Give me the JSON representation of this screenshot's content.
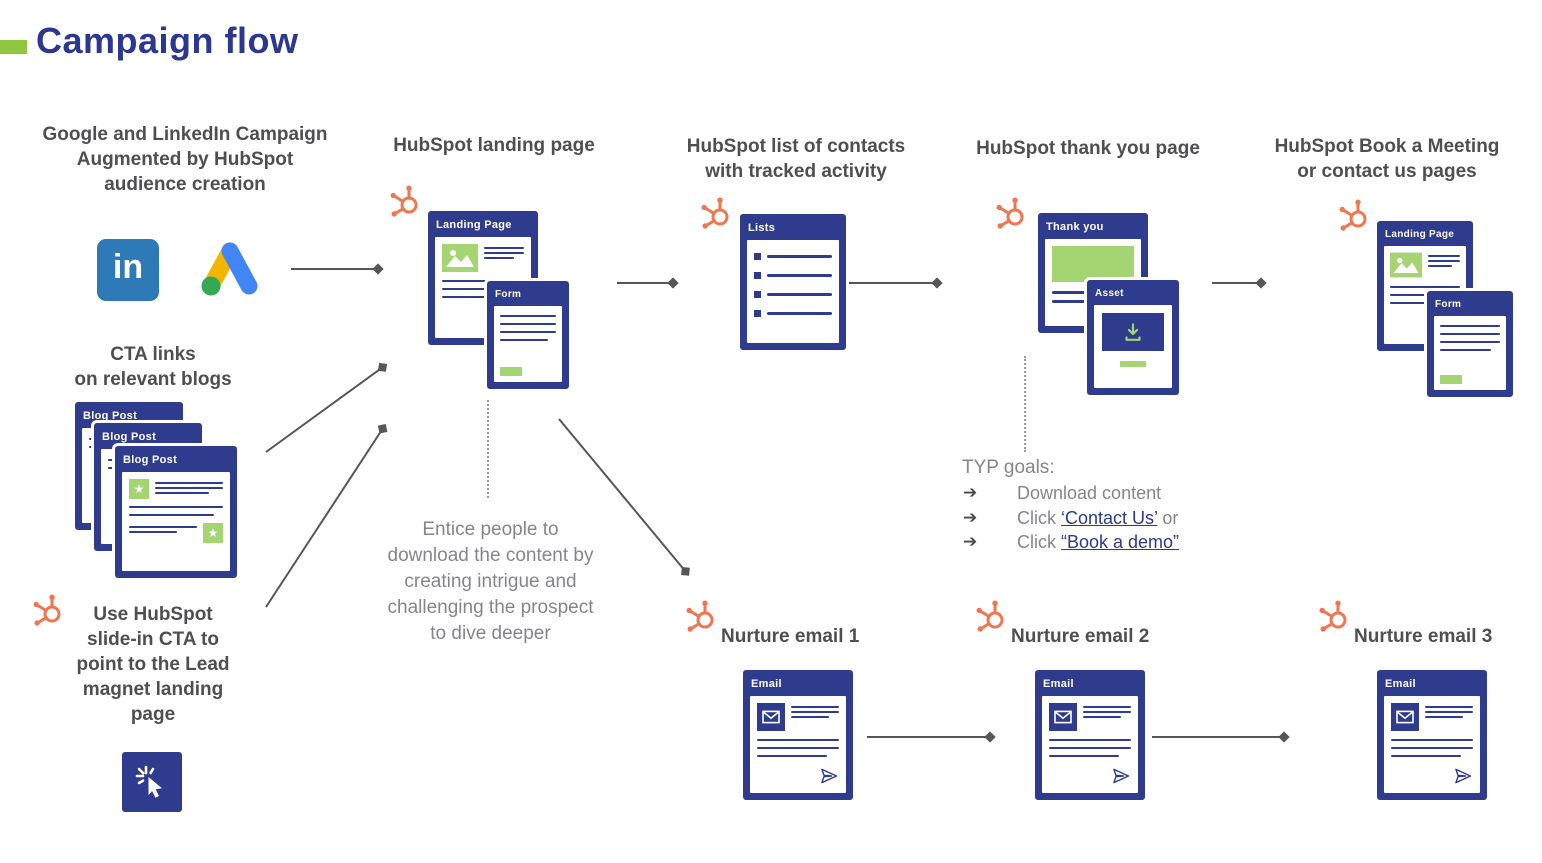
{
  "title": "Campaign flow",
  "ads": {
    "heading": "Google and LinkedIn Campaign\nAugmented by HubSpot\naudience creation",
    "linkedin_label": "in"
  },
  "cta": {
    "heading": "CTA links\non relevant blogs",
    "blog_card_title": "Blog Post"
  },
  "slide_in": {
    "text": "Use HubSpot\nslide-in CTA to\npoint to the Lead\nmagnet landing\npage"
  },
  "landing": {
    "heading": "HubSpot landing page",
    "card_landing_title": "Landing Page",
    "card_form_title": "Form",
    "note": "Entice people to\ndownload the content by\ncreating intrigue and\nchallenging the prospect\nto dive deeper"
  },
  "lists": {
    "heading": "HubSpot list of contacts\nwith tracked activity",
    "card_title": "Lists"
  },
  "thank_you": {
    "heading": "HubSpot thank you page",
    "card_thank_you_title": "Thank you",
    "card_asset_title": "Asset",
    "goals_title": "TYP goals:",
    "goal_1": "Download content",
    "goal_2_prefix": "Click ",
    "goal_2_link": "‘Contact Us’",
    "goal_2_suffix": " or",
    "goal_3_prefix": "Click ",
    "goal_3_link": "“Book a demo”"
  },
  "meeting": {
    "heading": "HubSpot Book a Meeting\nor contact us pages",
    "card_landing_title": "Landing Page",
    "card_form_title": "Form"
  },
  "nurture": [
    {
      "label": "Nurture email 1",
      "card_title": "Email"
    },
    {
      "label": "Nurture email 2",
      "card_title": "Email"
    },
    {
      "label": "Nurture email 3",
      "card_title": "Email"
    }
  ],
  "icons": {
    "star": "★",
    "goal_bullet": "➔"
  },
  "colors": {
    "navy": "#2f3b8c",
    "green": "#a5d472",
    "accent_green": "#8ec63f",
    "hubspot_orange": "#f0764f",
    "linkedin_blue": "#2e7ab7"
  }
}
